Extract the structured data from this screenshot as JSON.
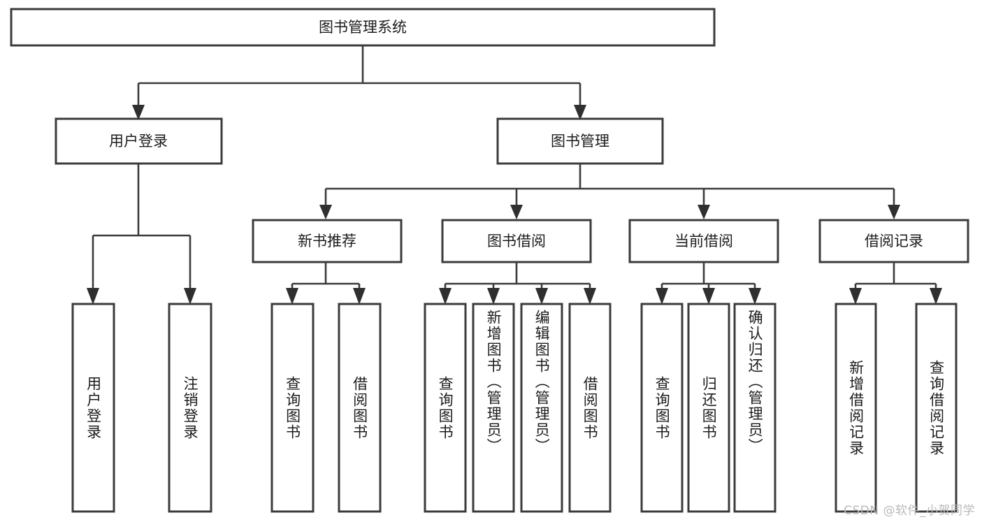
{
  "diagram": {
    "title": "图书管理系统",
    "type": "tree",
    "orientation": "top-down",
    "colors": {
      "box_stroke": "#3b3b3b",
      "box_fill": "#ffffff",
      "connector": "#3b3b3b",
      "text": "#1c1c1c",
      "background": "#ffffff",
      "watermark": "#b9b9b9"
    },
    "root": {
      "label": "图书管理系统",
      "level": 1
    },
    "level2": [
      {
        "label": "用户登录"
      },
      {
        "label": "图书管理"
      }
    ],
    "level3": [
      {
        "label": "新书推荐",
        "parent": "图书管理"
      },
      {
        "label": "图书借阅",
        "parent": "图书管理"
      },
      {
        "label": "当前借阅",
        "parent": "图书管理"
      },
      {
        "label": "借阅记录",
        "parent": "图书管理"
      }
    ],
    "leaves": [
      {
        "label": "用户登录",
        "parent": "用户登录"
      },
      {
        "label": "注销登录",
        "parent": "用户登录"
      },
      {
        "label": "查询图书",
        "parent": "新书推荐"
      },
      {
        "label": "借阅图书",
        "parent": "新书推荐"
      },
      {
        "label": "查询图书",
        "parent": "图书借阅"
      },
      {
        "label": "新增图书（管理员）",
        "parent": "图书借阅"
      },
      {
        "label": "编辑图书（管理员）",
        "parent": "图书借阅"
      },
      {
        "label": "借阅图书",
        "parent": "图书借阅"
      },
      {
        "label": "查询图书",
        "parent": "当前借阅"
      },
      {
        "label": "归还图书",
        "parent": "当前借阅"
      },
      {
        "label": "确认归还（管理员）",
        "parent": "当前借阅"
      },
      {
        "label": "新增借阅记录",
        "parent": "借阅记录"
      },
      {
        "label": "查询借阅记录",
        "parent": "借阅记录"
      }
    ]
  },
  "watermark": {
    "text": "CSDN @软件_小贺同学"
  }
}
